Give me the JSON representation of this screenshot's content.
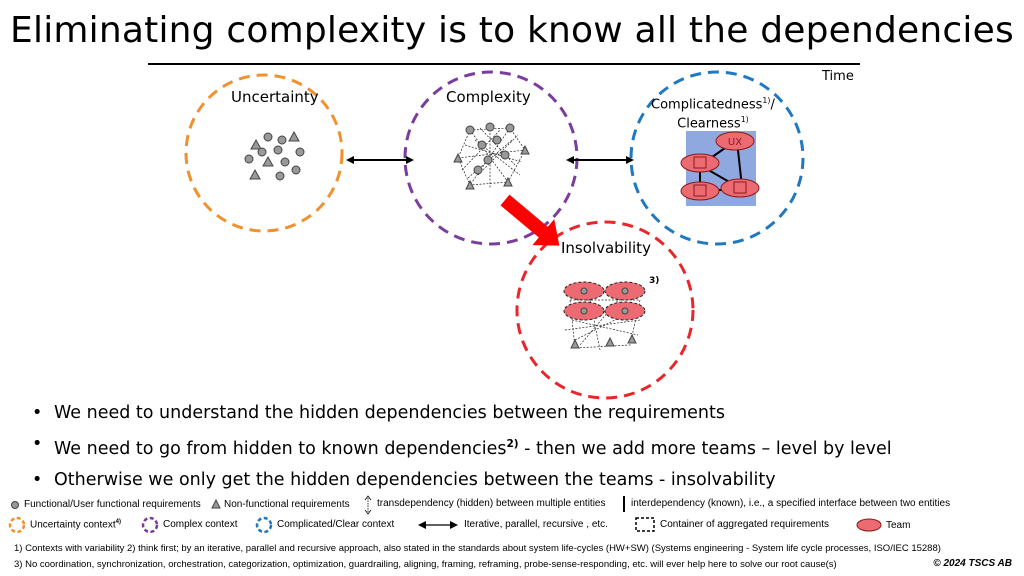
{
  "title": "Eliminating complexity is to know all the dependencies",
  "timeline": {
    "label": "Time"
  },
  "contexts": {
    "uncertainty": {
      "label": "Uncertainty",
      "color": "#f0912f"
    },
    "complexity": {
      "label": "Complexity",
      "color": "#7a3d9e"
    },
    "complicatedness": {
      "label_line1": "Complicatedness",
      "label_line1_sup": "1)",
      "label_line1_suffix": "/",
      "label_line2": "Clearness",
      "label_line2_sup": "1)",
      "color": "#1f78c1"
    },
    "insolvability": {
      "label": "Insolvability",
      "footnote_mark": "3)",
      "color": "#e8262b"
    }
  },
  "colors": {
    "team_fill": "#ec6b72",
    "team_bg": "#8fa9e0",
    "red_arrow": "#ff0000"
  },
  "team_box": {
    "top_label": "UX"
  },
  "bullets": [
    {
      "text": "We need to understand the hidden dependencies between the requirements"
    },
    {
      "text": "We need to go from hidden to known dependencies",
      "sup": "2)",
      "suffix": " - then we add more teams – level by level"
    },
    {
      "text": "Otherwise we only get the hidden dependencies between the teams - insolvability"
    }
  ],
  "legend": {
    "functional": "Functional/User functional requirements",
    "non_functional": "Non-functional requirements",
    "transdependency": "transdependency (hidden) between  multiple entities",
    "interdependency": "interdependency (known), i.e., a specified interface between  two entities",
    "uncertainty_context": "Uncertainty context",
    "uncertainty_context_sup": "4)",
    "complex_context": "Complex context",
    "complicated_context": "Complicated/Clear context",
    "iterative": "Iterative, parallel, recursive , etc.",
    "container": "Container of aggregated requirements",
    "team": "Team"
  },
  "footnotes": {
    "line1": "1) Contexts  with variability  2) think first; by an iterative, parallel and recursive approach, also stated in the standards about system life-cycles (HW+SW) (Systems engineering - System  life cycle processes, ISO/IEC 15288)",
    "line2": "3) No coordination, synchronization, orchestration, categorization, optimization, guardrailing, aligning, framing, reframing, probe-sense-responding, etc. will ever help here to solve our root cause(s)"
  },
  "copyright": "© 2024 TSCS AB"
}
